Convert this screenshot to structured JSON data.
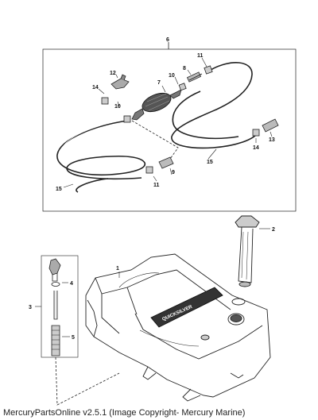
{
  "caption": "MercuryPartsOnline v2.5.1 (Image Copyright- Mercury Marine)",
  "callouts": {
    "c1": "1",
    "c2": "2",
    "c3": "3",
    "c4": "4",
    "c5": "5",
    "c6": "6",
    "c7": "7",
    "c8": "8",
    "c9": "9",
    "c10a": "10",
    "c10b": "10",
    "c11a": "11",
    "c11b": "11",
    "c12": "12",
    "c13": "13",
    "c14a": "14",
    "c14b": "14",
    "c15a": "15",
    "c15b": "15"
  },
  "tank_brand": "QUICKSILVER",
  "colors": {
    "line": "#222222",
    "bulb": "#444444",
    "background": "#ffffff"
  }
}
